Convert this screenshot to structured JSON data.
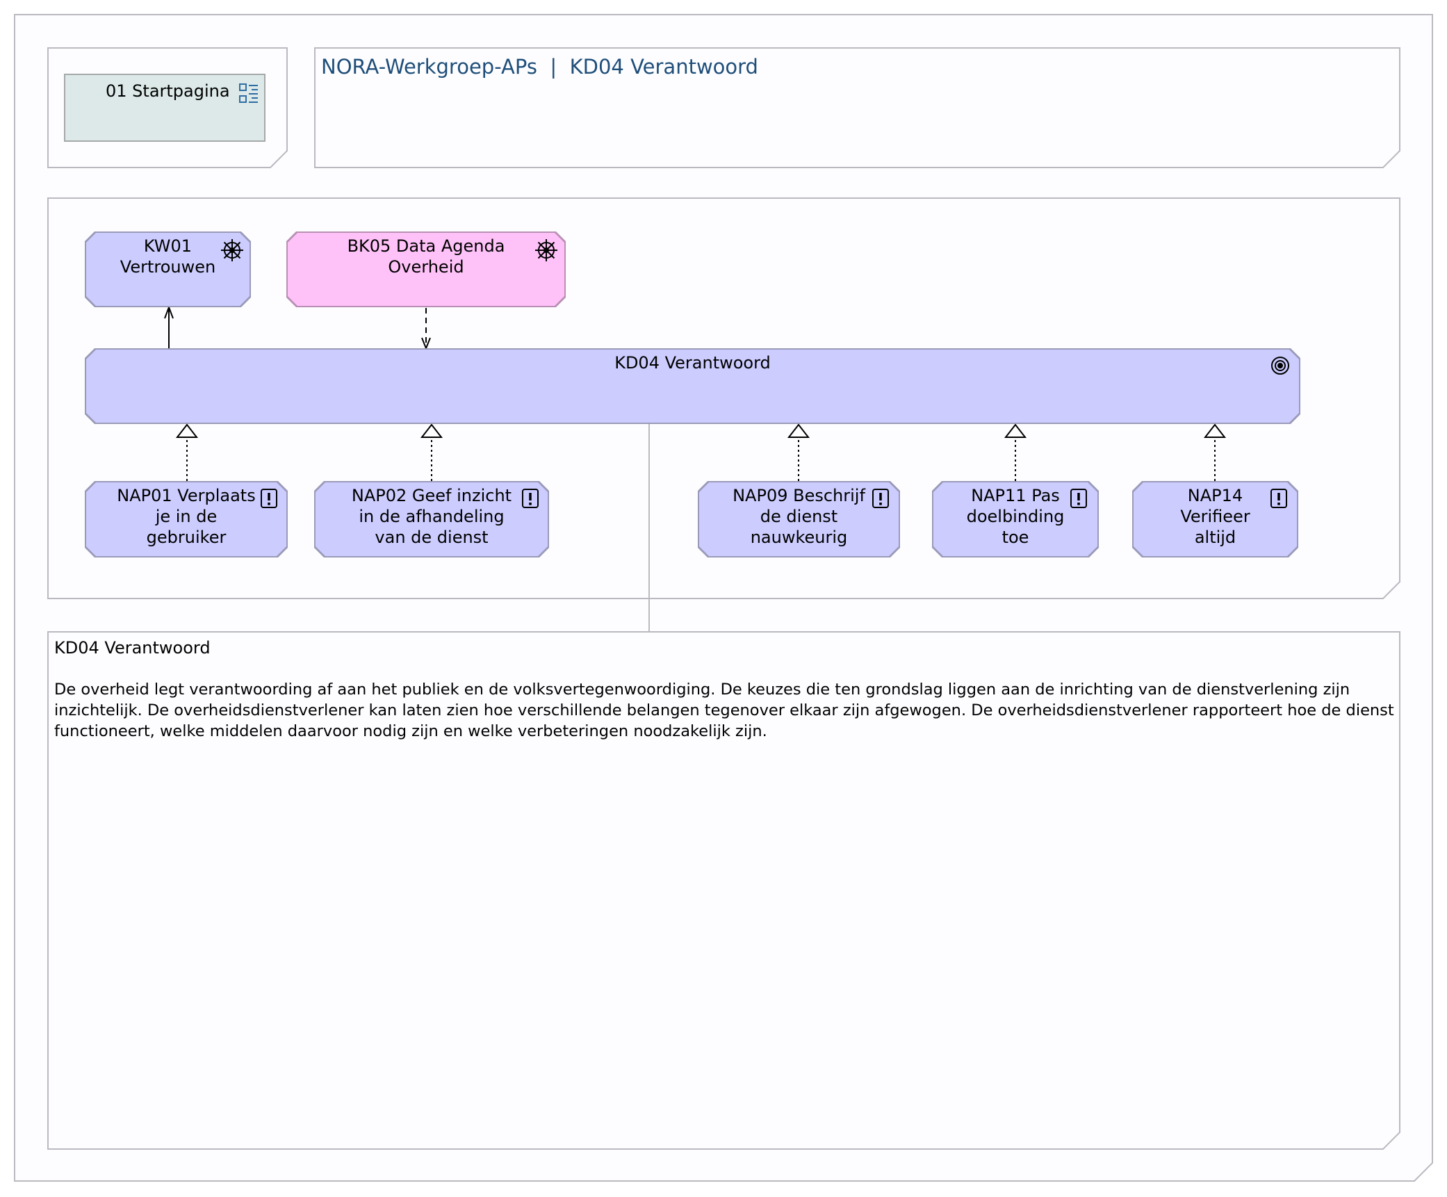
{
  "header": {
    "start_link": "01 Startpagina",
    "title": "NORA-Werkgroep-APs  |  KD04 Verantwoord"
  },
  "nodes": {
    "kw01": {
      "label": "KW01\nVertrouwen",
      "icon": "driver-icon",
      "color": "#ccccff"
    },
    "bk05": {
      "label": "BK05 Data Agenda\nOverheid",
      "icon": "driver-icon",
      "color": "#ffc2f8"
    },
    "kd04": {
      "label": "KD04 Verantwoord",
      "icon": "goal-icon",
      "color": "#ccccff"
    },
    "nap01": {
      "label": "NAP01 Verplaats\nje in de\ngebruiker",
      "icon": "principle-icon"
    },
    "nap02": {
      "label": "NAP02 Geef inzicht\nin de afhandeling\nvan de dienst",
      "icon": "principle-icon"
    },
    "nap09": {
      "label": "NAP09 Beschrijf\nde dienst\nnauwkeurig",
      "icon": "principle-icon"
    },
    "nap11": {
      "label": "NAP11 Pas\ndoelbinding\ntoe",
      "icon": "principle-icon"
    },
    "nap14": {
      "label": "NAP14\nVerifieer\naltijd",
      "icon": "principle-icon"
    }
  },
  "description": {
    "title": "KD04 Verantwoord",
    "body": "De overheid legt verantwoording af aan het publiek en de volksvertegenwoordiging. De keuzes die ten grondslag liggen aan de inrichting van de dienstverlening zijn inzichtelijk. De overheidsdienstverlener kan laten zien hoe verschillende belangen tegenover elkaar zijn afgewogen. De overheidsdienstverlener rapporteert hoe de dienst functioneert, welke middelen daarvoor nodig zijn en welke verbeteringen noodzakelijk zijn."
  },
  "colors": {
    "title_text": "#1f4e79",
    "start_box": "#dce9e8",
    "principle": "#ccccff",
    "frame_border": "#b9b9c0"
  }
}
